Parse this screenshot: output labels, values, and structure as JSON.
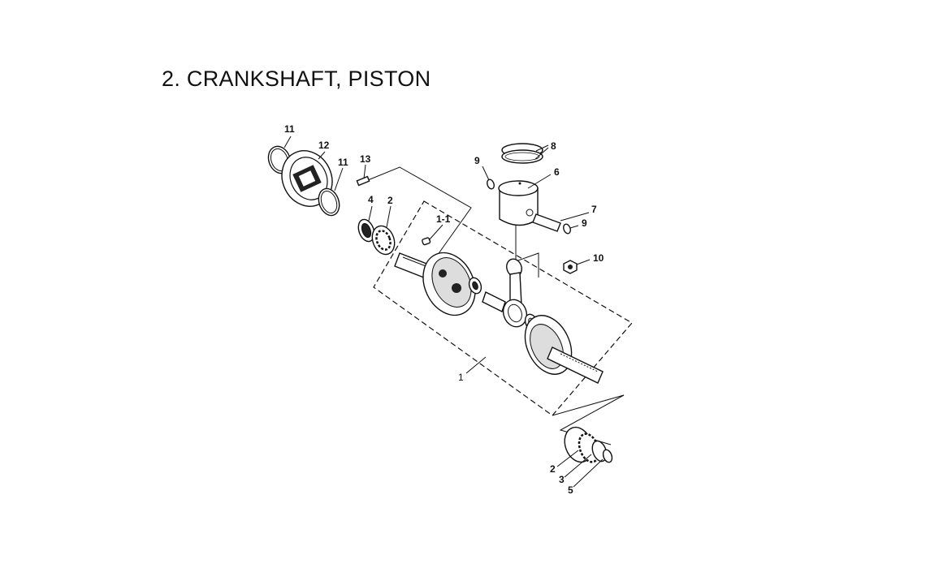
{
  "title": "2. CRANKSHAFT, PISTON",
  "callouts": {
    "c1": "1",
    "c1_1": "1-1",
    "c2a": "2",
    "c2b": "2",
    "c3": "3",
    "c4": "4",
    "c5": "5",
    "c6": "6",
    "c7": "7",
    "c8": "8",
    "c9a": "9",
    "c9b": "9",
    "c10": "10",
    "c11a": "11",
    "c11b": "11",
    "c12": "12",
    "c13": "13"
  }
}
